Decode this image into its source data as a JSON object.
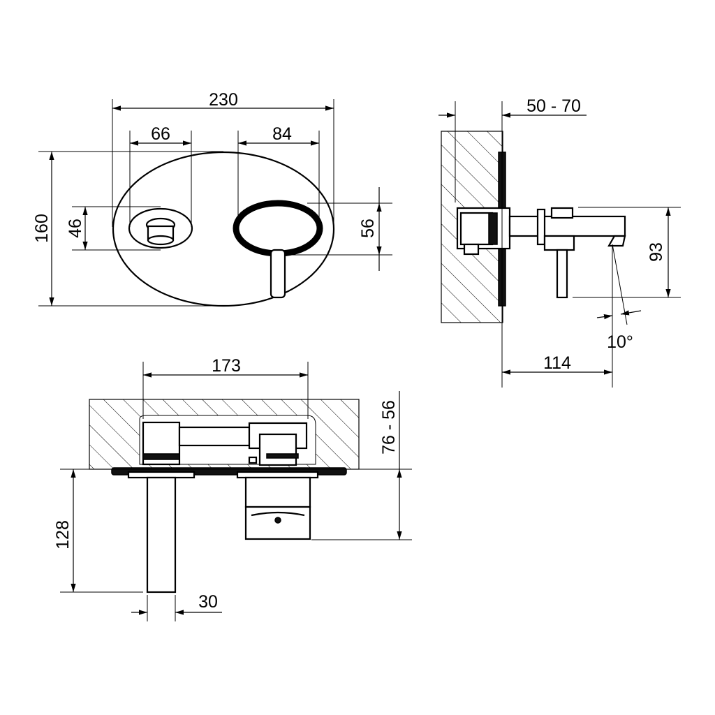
{
  "dimensions": {
    "front_width": "230",
    "drain_spacing": "66",
    "handle_spacing": "84",
    "plate_height": "160",
    "drain_height": "46",
    "handle_height": "56",
    "wall_thickness": "50 - 70",
    "spout_height": "93",
    "spout_angle": "10°",
    "spout_projection": "114",
    "top_width": "173",
    "body_depth": "76 - 56",
    "spout_length": "128",
    "spout_diameter": "30"
  }
}
